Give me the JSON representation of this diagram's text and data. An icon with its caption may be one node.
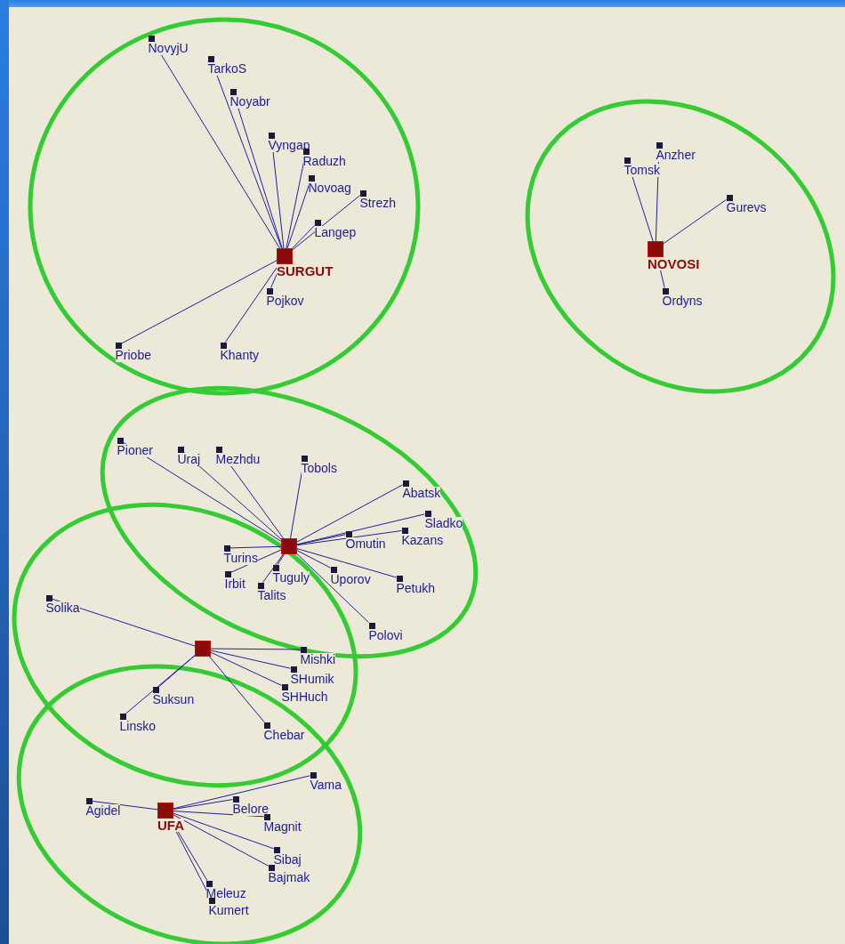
{
  "diagram": {
    "nodes": [
      {
        "text": [
          "SURGUT"
        ]
      },
      {
        "text": [
          "NovyjU"
        ]
      },
      {
        "text": [
          "TarkoS"
        ]
      },
      {
        "text": [
          "Noyabr"
        ]
      },
      {
        "text": [
          "Vyngap"
        ]
      },
      {
        "text": [
          "Raduzh"
        ]
      },
      {
        "text": [
          "Novoag"
        ]
      },
      {
        "text": [
          "Strezh"
        ]
      },
      {
        "text": [
          "Langep"
        ]
      },
      {
        "text": [
          "Pojkov"
        ]
      },
      {
        "text": [
          "Priobe"
        ]
      },
      {
        "text": [
          "Khanty"
        ]
      },
      {
        "text": [
          "NOVOSI"
        ]
      },
      {
        "text": [
          "Anzher"
        ]
      },
      {
        "text": [
          "Tomsk"
        ]
      },
      {
        "text": [
          "Gurevs"
        ]
      },
      {
        "text": [
          "Ordyns"
        ]
      },
      {
        "text": [],
        "shape": "box"
      },
      {
        "text": [
          "Pioner"
        ]
      },
      {
        "text": [
          "Uraj"
        ]
      },
      {
        "text": [
          "Mezhdu"
        ]
      },
      {
        "text": [
          "Tobols"
        ]
      },
      {
        "text": [
          "Abatsk"
        ]
      },
      {
        "text": [
          "Sladko"
        ]
      },
      {
        "text": [
          "Omutin"
        ]
      },
      {
        "text": [
          "Kazans"
        ]
      },
      {
        "text": [
          "Turins"
        ]
      },
      {
        "text": [
          "Irbit"
        ]
      },
      {
        "text": [
          "Tuguly"
        ]
      },
      {
        "text": [
          "Talits"
        ]
      },
      {
        "text": [
          "Uporov"
        ]
      },
      {
        "text": [
          "Petukh"
        ]
      },
      {
        "text": [
          "Polovi"
        ]
      },
      {
        "text": [],
        "shape": "box"
      },
      {
        "text": [
          "Solika"
        ]
      },
      {
        "text": [
          "Mishki"
        ]
      },
      {
        "text": [
          "SHumik"
        ]
      },
      {
        "text": [
          "SHHuch"
        ]
      },
      {
        "text": [
          "Suksun"
        ]
      },
      {
        "text": [
          "Linsko"
        ]
      },
      {
        "text": [
          "Chebar"
        ]
      },
      {
        "text": [
          "UFA"
        ]
      },
      {
        "text": [
          "Vama"
        ]
      },
      {
        "text": [
          "Agidel"
        ]
      },
      {
        "text": [
          "Belore"
        ]
      },
      {
        "text": [
          "Magnit"
        ]
      },
      {
        "text": [
          "Sibaj"
        ]
      },
      {
        "text": [
          "Bajmak"
        ]
      },
      {
        "text": [
          "Meleuz"
        ]
      },
      {
        "text": [
          "Kumert"
        ]
      }
    ],
    "edges": [
      {
        "from": 1,
        "to": 0,
        "arrow": "none"
      },
      {
        "from": 2,
        "to": 0,
        "arrow": "none"
      },
      {
        "from": 3,
        "to": 0,
        "arrow": "none"
      },
      {
        "from": 4,
        "to": 0,
        "arrow": "none"
      },
      {
        "from": 5,
        "to": 0,
        "arrow": "none"
      },
      {
        "from": 6,
        "to": 0,
        "arrow": "none"
      },
      {
        "from": 7,
        "to": 0,
        "arrow": "none"
      },
      {
        "from": 8,
        "to": 0,
        "arrow": "none"
      },
      {
        "from": 9,
        "to": 0,
        "arrow": "none"
      },
      {
        "from": 10,
        "to": 0,
        "arrow": "none"
      },
      {
        "from": 11,
        "to": 0,
        "arrow": "none"
      },
      {
        "from": 13,
        "to": 12,
        "arrow": "none"
      },
      {
        "from": 14,
        "to": 12,
        "arrow": "none"
      },
      {
        "from": 15,
        "to": 12,
        "arrow": "none"
      },
      {
        "from": 16,
        "to": 12,
        "arrow": "none"
      },
      {
        "from": 18,
        "to": 17,
        "arrow": "none"
      },
      {
        "from": 19,
        "to": 17,
        "arrow": "none"
      },
      {
        "from": 20,
        "to": 17,
        "arrow": "none"
      },
      {
        "from": 21,
        "to": 17,
        "arrow": "none"
      },
      {
        "from": 22,
        "to": 17,
        "arrow": "none"
      },
      {
        "from": 23,
        "to": 17,
        "arrow": "none"
      },
      {
        "from": 24,
        "to": 17,
        "arrow": "none"
      },
      {
        "from": 25,
        "to": 17,
        "arrow": "none"
      },
      {
        "from": 26,
        "to": 17,
        "arrow": "none"
      },
      {
        "from": 27,
        "to": 17,
        "arrow": "none"
      },
      {
        "from": 28,
        "to": 17,
        "arrow": "none"
      },
      {
        "from": 29,
        "to": 17,
        "arrow": "none"
      },
      {
        "from": 30,
        "to": 17,
        "arrow": "none"
      },
      {
        "from": 31,
        "to": 17,
        "arrow": "none"
      },
      {
        "from": 32,
        "to": 17,
        "arrow": "none"
      },
      {
        "from": 34,
        "to": 33,
        "arrow": "none"
      },
      {
        "from": 35,
        "to": 33,
        "arrow": "none"
      },
      {
        "from": 36,
        "to": 33,
        "arrow": "none"
      },
      {
        "from": 37,
        "to": 33,
        "arrow": "none"
      },
      {
        "from": 38,
        "to": 33,
        "arrow": "none"
      },
      {
        "from": 39,
        "to": 33,
        "arrow": "none"
      },
      {
        "from": 40,
        "to": 33,
        "arrow": "none"
      },
      {
        "from": 42,
        "to": 41,
        "arrow": "none"
      },
      {
        "from": 43,
        "to": 41,
        "arrow": "none"
      },
      {
        "from": 44,
        "to": 41,
        "arrow": "none"
      },
      {
        "from": 45,
        "to": 41,
        "arrow": "none"
      },
      {
        "from": 46,
        "to": 41,
        "arrow": "none"
      },
      {
        "from": 47,
        "to": 41,
        "arrow": "none"
      },
      {
        "from": 48,
        "to": 41,
        "arrow": "none"
      },
      {
        "from": 49,
        "to": 41,
        "arrow": "none"
      }
    ]
  }
}
